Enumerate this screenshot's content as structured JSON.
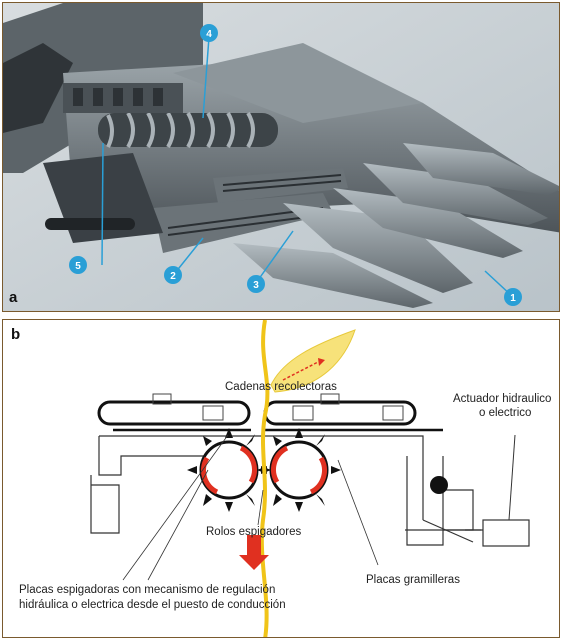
{
  "panel_a": {
    "letter": "a",
    "callouts": [
      "1",
      "2",
      "3",
      "4",
      "5"
    ]
  },
  "panel_b": {
    "letter": "b",
    "labels": {
      "chains": "Cadenas recolectoras",
      "actuator_line1": "Actuador hidraulico",
      "actuator_line2": "o electrico",
      "rolls": "Rolos espigadores",
      "plates_line1": "Placas espigadoras con mecanismo de regulación",
      "plates_line2": "hidráulica o electrica desde el puesto de conducción",
      "grass_plates": "Placas gramilleras"
    }
  },
  "colors": {
    "frame": "#7a5a2e",
    "callout_blue": "#2a9fd6",
    "stalk_yellow": "#f0c419",
    "rotation_red": "#e03020"
  }
}
